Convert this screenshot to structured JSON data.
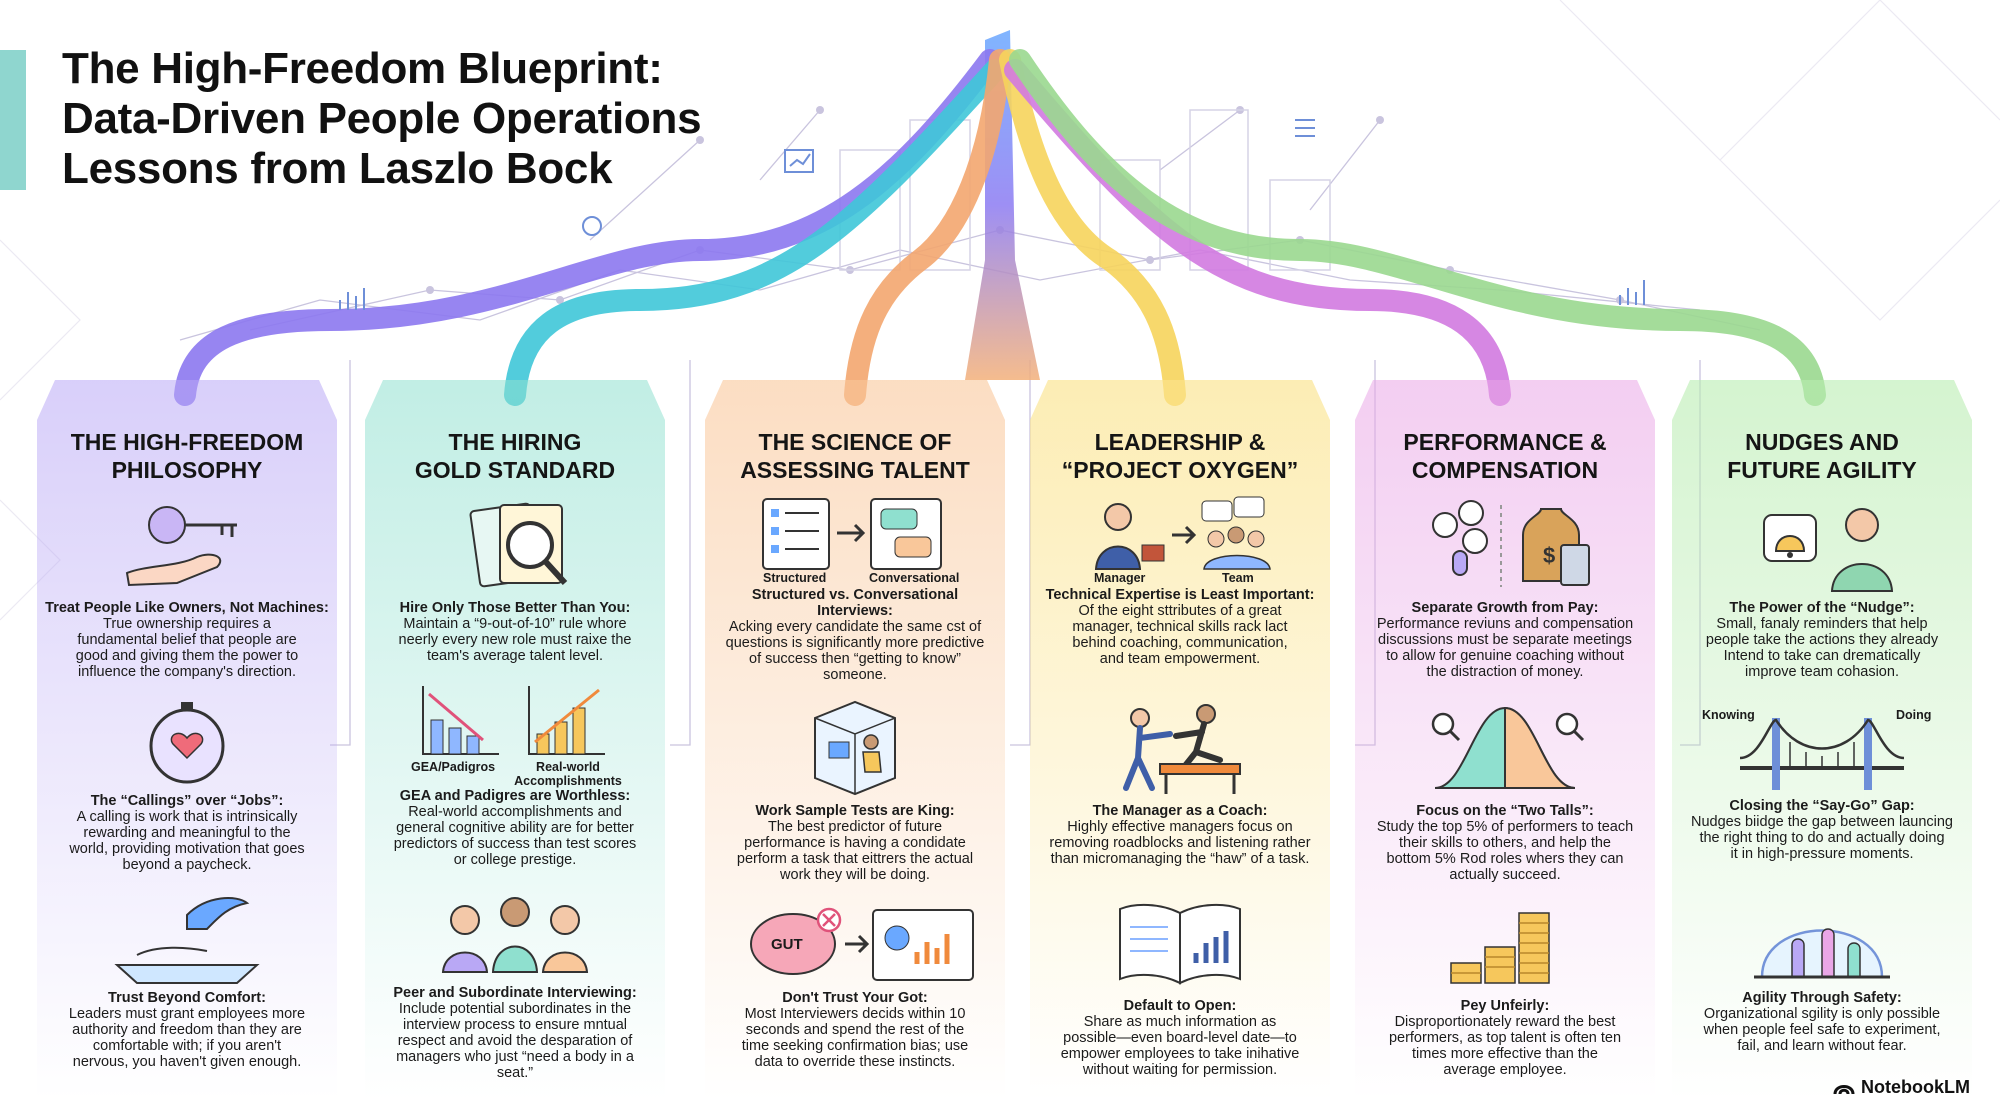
{
  "title": {
    "line1": "The High-Freedom Blueprint:",
    "line2": "Data-Driven People Operations",
    "line3": "Lessons from Laszlo Bock"
  },
  "brand": "NotebookLM",
  "colors": {
    "col1": "#b9a8f5",
    "col2": "#8fe0cf",
    "col3": "#f9c79a",
    "col4": "#fbe38c",
    "col5": "#e9a6e6",
    "col6": "#b8ecb0",
    "accent_bar": "#8fd6cf"
  },
  "columns": [
    {
      "heading": [
        "THE HIGH-FREEDOM",
        "PHILOSOPHY"
      ],
      "items": [
        {
          "icon": "key-hand-icon",
          "title": "Treat People Like Owners, Not Machines:",
          "body": [
            "True ownership requires a",
            "fundamental belief that people are",
            "good and giving them the power to",
            "influence the company's direction."
          ]
        },
        {
          "icon": "compass-heart-icon",
          "title": "The “Callings” over “Jobs”:",
          "body": [
            "A calling is work that is intrinsically",
            "rewarding and meaningful to the",
            "world, providing motivation that goes",
            "beyond a paycheck."
          ]
        },
        {
          "icon": "bird-hand-icon",
          "title": "Trust Beyond Comfort:",
          "body": [
            "Leaders must grant employees more",
            "authority and freedom than they are",
            "comfortable with; if you aren't",
            "nervous, you haven't given enough."
          ]
        }
      ]
    },
    {
      "heading": [
        "THE HIRING",
        "GOLD STANDARD"
      ],
      "items": [
        {
          "icon": "resume-magnifier-icon",
          "title": "Hire Only Those Better Than You:",
          "body": [
            "Maintain a “9-out-of-10” rule whore",
            "neerly every new role must raixe the",
            "team's average talent level."
          ]
        },
        {
          "icon": "bar-charts-icon",
          "labels": [
            "GEA/Padigros",
            "Real-world",
            "Accomplishments"
          ],
          "title": "GEA and Padigres are Worthless:",
          "body": [
            "Real-world accomplishments and",
            "general cognitive ability are for better",
            "predictors of success than test scores",
            "or college prestige."
          ]
        },
        {
          "icon": "group-people-icon",
          "title": "Peer and Subordinate Interviewing:",
          "body": [
            "Include potential subordinates in the",
            "interview process to ensure mntual",
            "respect and avoid the desparation of",
            "managers who just “need a body in a",
            "seat.”"
          ]
        }
      ]
    },
    {
      "heading": [
        "THE SCIENCE OF",
        "ASSESSING TALENT"
      ],
      "items": [
        {
          "icon": "checklist-chat-icon",
          "labels": [
            "Structured",
            "Conversational"
          ],
          "title": "Structured vs. Conversational Interviews:",
          "body": [
            "Acking every candidate the same cst of",
            "questions is significantly more predictive",
            "of success then “getting to know”",
            "someone."
          ]
        },
        {
          "icon": "work-cube-icon",
          "title": "Work Sample Tests are King:",
          "body": [
            "The best predictor of future",
            "performance is having a condidate",
            "perform a task that eittrers the actual",
            "work they will be doing."
          ]
        },
        {
          "icon": "gut-dashboard-icon",
          "labels": [
            "GUT"
          ],
          "title": "Don't Trust Your Got:",
          "body": [
            "Most Interviewers decids within 10",
            "seconds and spend the rest of the",
            "time seeking confirmation bias; use",
            "data to override these instincts."
          ]
        }
      ]
    },
    {
      "heading": [
        "LEADERSHIP &",
        "“PROJECT OXYGEN”"
      ],
      "items": [
        {
          "icon": "manager-team-icon",
          "labels": [
            "Manager",
            "Team"
          ],
          "title": "Technical Expertise is Least Important:",
          "body": [
            "Of the eight sttributes of a great",
            "manager, technical skills rack lact",
            "behind coaching, communication,",
            "and team empowerment."
          ]
        },
        {
          "icon": "coach-hurdle-icon",
          "title": "The Manager as a Coach:",
          "body": [
            "Highly effective managers focus on",
            "removing roadblocks and listening rather",
            "than micromanaging the “haw” of a task."
          ]
        },
        {
          "icon": "open-book-icon",
          "title": "Default to Open:",
          "body": [
            "Share as much information as",
            "possible—even board-level date—to",
            "empower employees to take inihative",
            "without waiting for permission."
          ]
        }
      ]
    },
    {
      "heading": [
        "PERFORMANCE &",
        "COMPENSATION"
      ],
      "items": [
        {
          "icon": "growth-money-icon",
          "title": "Separate Growth from Pay:",
          "body": [
            "Performance reviuns and compensation",
            "discussions must be separate meetings",
            "to allow for genuine coaching without",
            "the distraction of money."
          ]
        },
        {
          "icon": "bell-curve-icon",
          "title": "Focus on the “Two Talls”:",
          "body": [
            "Study the top 5% of performers to teach",
            "their skills to others, and help the",
            "bottom 5% Rod roles whers they can",
            "actually succeed."
          ]
        },
        {
          "icon": "coin-stacks-icon",
          "title": "Pey Unfeirly:",
          "body": [
            "Disproportionately reward the best",
            "performers, as top talent is often ten",
            "times more effective than the",
            "average employee."
          ]
        }
      ]
    },
    {
      "heading": [
        "NUDGES AND",
        "FUTURE AGILITY"
      ],
      "items": [
        {
          "icon": "nudge-bell-icon",
          "title": "The Power of the “Nudge”:",
          "body": [
            "Small, fanaly reminders that help",
            "people take the actions they already",
            "Intend to take can drematically",
            "improve team cohasion."
          ]
        },
        {
          "icon": "bridge-icon",
          "labels": [
            "Knowing",
            "Doing"
          ],
          "title": "Closing the “Say-Go” Gap:",
          "body": [
            "Nudges biidge the gap between launcing",
            "the right thing to do and actually doing",
            "it in high-pressure moments."
          ]
        },
        {
          "icon": "dome-sprout-icon",
          "title": "Agility Through Safety:",
          "body": [
            "Organizational sgility is only possible",
            "when people feel safe to experiment,",
            "fail, and learn without fear."
          ]
        }
      ]
    }
  ]
}
